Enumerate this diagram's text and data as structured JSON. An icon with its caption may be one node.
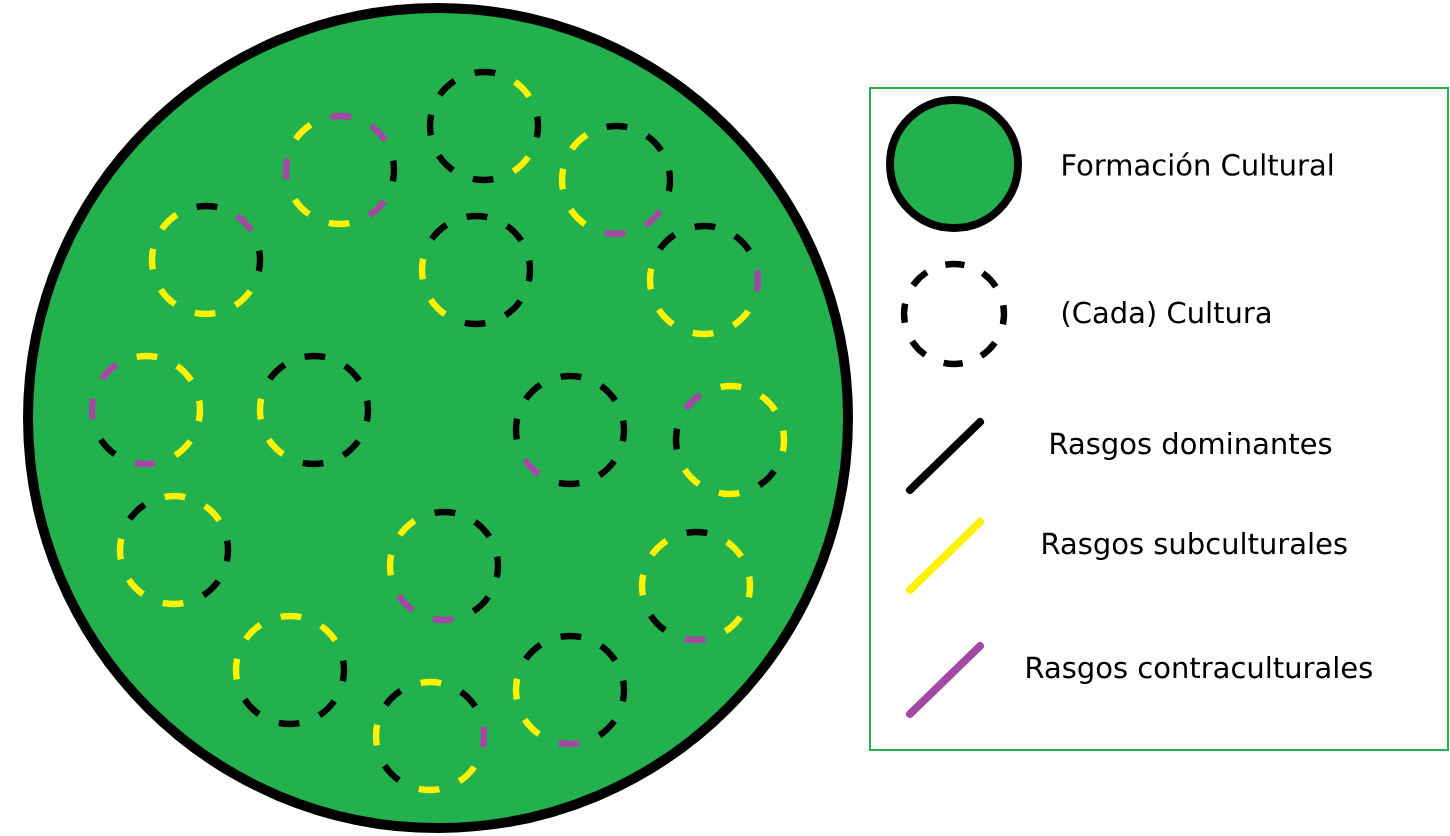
{
  "diagram": {
    "legend": [
      {
        "text": "Formación Cultural",
        "color": "#22b14c"
      },
      {
        "text": "(Cada) Cultura"
      },
      {
        "text": "Rasgos dominantes"
      },
      {
        "text": "Rasgos subculturales"
      },
      {
        "text": "Rasgos contraculturales"
      }
    ]
  }
}
